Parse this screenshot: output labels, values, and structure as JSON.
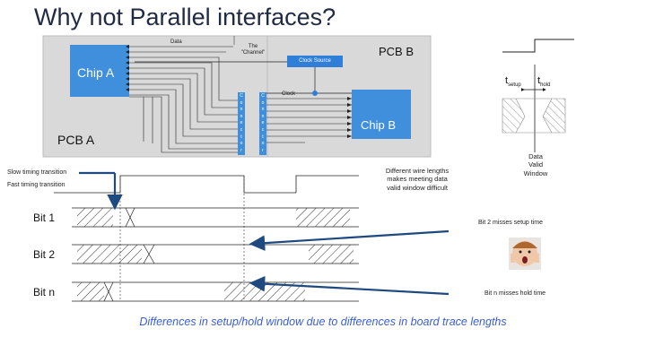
{
  "slide": {
    "title": "Why not Parallel interfaces?",
    "caption": "Differences in setup/hold window due to differences in board trace lengths"
  },
  "diagram": {
    "data_label": "Data",
    "channel_label": "The\n\"Channel\"",
    "clock_source_label": "Clock Source",
    "clock_label": "Clock",
    "pcb_b_label": "PCB B",
    "pcb_a_label": "PCB A",
    "chip_a_label": "Chip A",
    "chip_b_label": "Chip B",
    "connector_letters": [
      "C",
      "o",
      "n",
      "n",
      "e",
      "c",
      "t",
      "o",
      "r"
    ],
    "t_setup_label": "t",
    "t_setup_sub": "setup",
    "t_hold_label": "t",
    "t_hold_sub": "hold",
    "data_valid_window_label": "Data\nValid\nWindow"
  },
  "timing": {
    "slow_label": "Slow timing transition",
    "fast_label": "Fast timing transition",
    "bits": [
      {
        "label": "Bit 1",
        "note": "Bit 2 misses setup time"
      },
      {
        "label": "Bit 2",
        "note": ""
      },
      {
        "label": "Bit n",
        "note": "Bit n misses hold time"
      }
    ],
    "wire_length_note": "Different wire lengths\nmakes meeting data\nvalid window difficult"
  },
  "colors": {
    "board": "#d9d9d9",
    "chip": "#3f8fdc",
    "clock_source": "#2f7fd8",
    "arrow": "#1f4a80",
    "caption": "#3a5fcd"
  }
}
